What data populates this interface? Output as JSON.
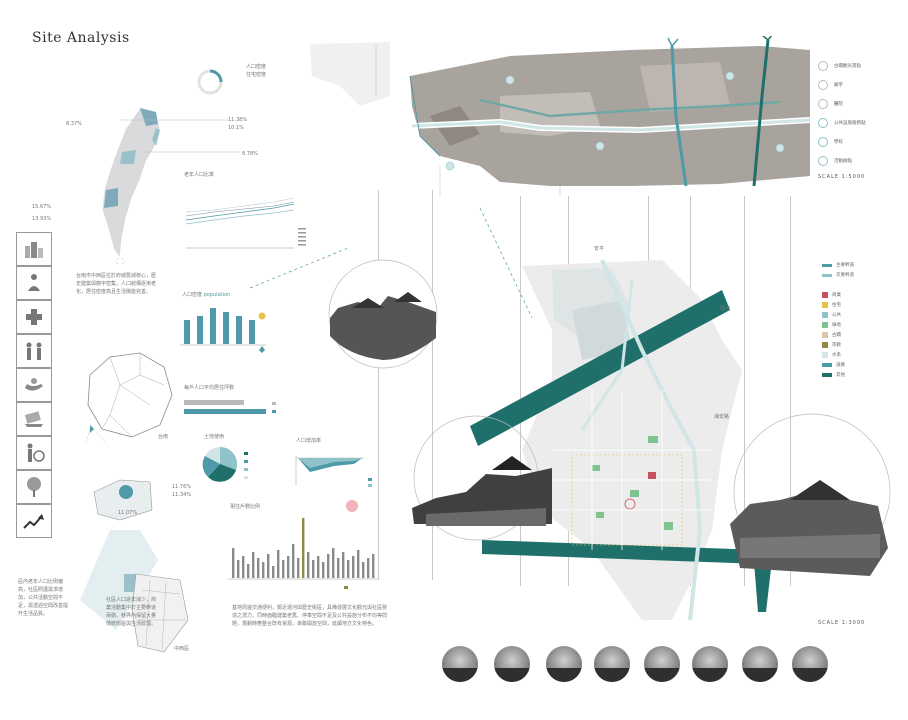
{
  "title": "Site Analysis",
  "colors": {
    "teal_dark": "#1f6f6b",
    "teal": "#4e9aa8",
    "teal_light": "#8fc3c9",
    "gray_block": "#a9a39d",
    "gray_light": "#e6e6e6",
    "red": "#c8515f",
    "green": "#7fc48e",
    "yellow": "#e7c24a",
    "olive": "#8f8a45"
  },
  "taiwan_labels": [
    "8.37%",
    "11.38%",
    "10.1%",
    "8.78%",
    "15.67%",
    "13.93%"
  ],
  "donut_top_labels": [
    "人口密度",
    "住宅密度"
  ],
  "district_labels": [
    "11.76%",
    "11.34%",
    "11.07%"
  ],
  "inset_labels": [
    "台南",
    "中西區"
  ],
  "icons": [
    "buildings-icon",
    "meditation-icon",
    "medical-cross-icon",
    "people-icon",
    "hand-care-icon",
    "money-hand-icon",
    "elderly-icon",
    "tree-icon",
    "growth-arrow-icon"
  ],
  "charts": {
    "aging": {
      "title": "老年人口比率"
    },
    "population_bar": {
      "title": "人口密度",
      "subtitle": "population",
      "values": [
        6,
        7,
        9,
        8,
        7,
        6
      ]
    },
    "household": {
      "title": "每戶人口平均居住坪數"
    },
    "landuse": {
      "title": "土地使用"
    },
    "growth": {
      "title": "人口增加率"
    },
    "occupancy": {
      "title": "現住戶數比例"
    }
  },
  "top_map_legend": [
    "古蹟觀光景點",
    "廟宇",
    "醫院",
    "公共設施服務點",
    "學校",
    "活動據點"
  ],
  "top_map_scale": "SCALE 1:5000",
  "main_map_scale": "SCALE 1:3000",
  "main_legend": [
    "主要幹道",
    "次要幹道",
    "商業",
    "住宅",
    "公共",
    "綠地",
    "古蹟",
    "宗教",
    "水系",
    "道路",
    "其他"
  ],
  "main_map_labels": [
    "安平",
    "運河",
    "海安路"
  ],
  "paragraphs": {
    "left": "台南市中西區位於府城舊城核心，歷史建築與廟宇密集，人口結構逐漸老化，居住密度高且生活機能完善。",
    "lower_left": "區內老年人口比例偏高，社區照護需求增加，公共活動空間不足，需透過空間改善提升生活品質。",
    "lower_mid": "社區人口逐年減少，商業活動集中於主要幹道兩側，巷弄內保留大量傳統街屋與生活紋理。",
    "bottom_center": "基地周邊交通便利，鄰近運河與歷史街區，具備發展文化觀光與社區營造之潛力，同時面臨建築老舊、停車空間不足及公共設施分布不均等問題，規劃時應整合既有資源，串聯開放空間，延續地方文化特色。"
  },
  "photo_count": 8
}
